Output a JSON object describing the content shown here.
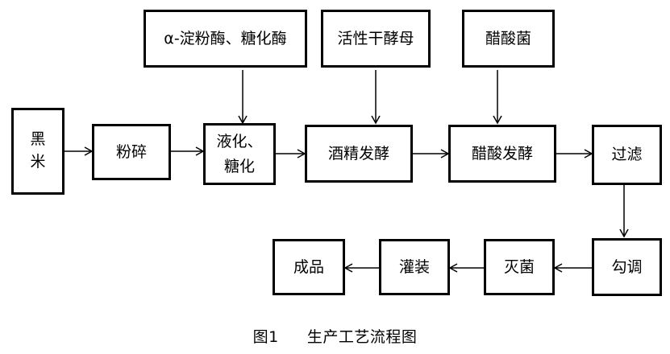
{
  "nodes": {
    "amylase": "α-淀粉酶、糖化酶",
    "yeast": "活性干酵母",
    "acetobacter": "醋酸菌",
    "black_rice": [
      "黑",
      "米"
    ],
    "crushing": "粉碎",
    "liquefaction": [
      "液化、",
      "糖化"
    ],
    "alcohol_fermentation": "酒精发酵",
    "acetic_fermentation": "醋酸发酵",
    "filtration": "过滤",
    "blending": "勾调",
    "sterilization": "灭菌",
    "filling": "灌装",
    "product": "成品"
  },
  "caption": {
    "number": "图1",
    "title": "生产工艺流程图"
  }
}
